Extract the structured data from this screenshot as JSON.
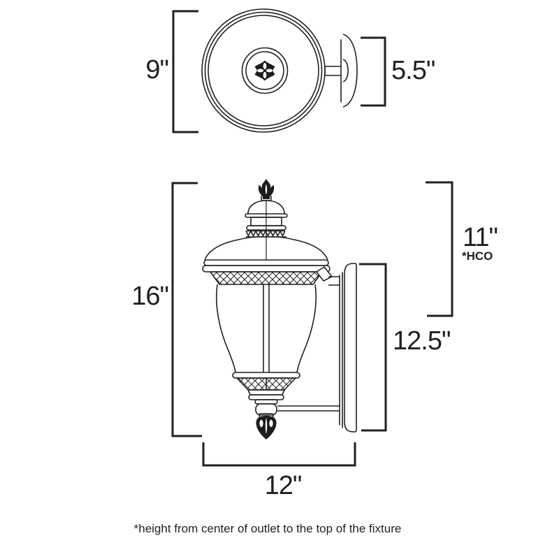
{
  "diagram": {
    "description": "Wall lantern fixture dimension drawing, top view and side view",
    "top_view": {
      "fixture_diameter_label": "9\"",
      "backplate_depth_label": "5.5\""
    },
    "side_view": {
      "fixture_height_label": "16\"",
      "hco_label": "11\"",
      "hco_note": "*HCO",
      "backplate_height_label": "12.5\"",
      "projection_label": "12\""
    },
    "footnote": "*height from center of outlet to the top of the fixture",
    "colors": {
      "line": "#231f20",
      "text": "#231f20",
      "background": "#ffffff"
    }
  }
}
